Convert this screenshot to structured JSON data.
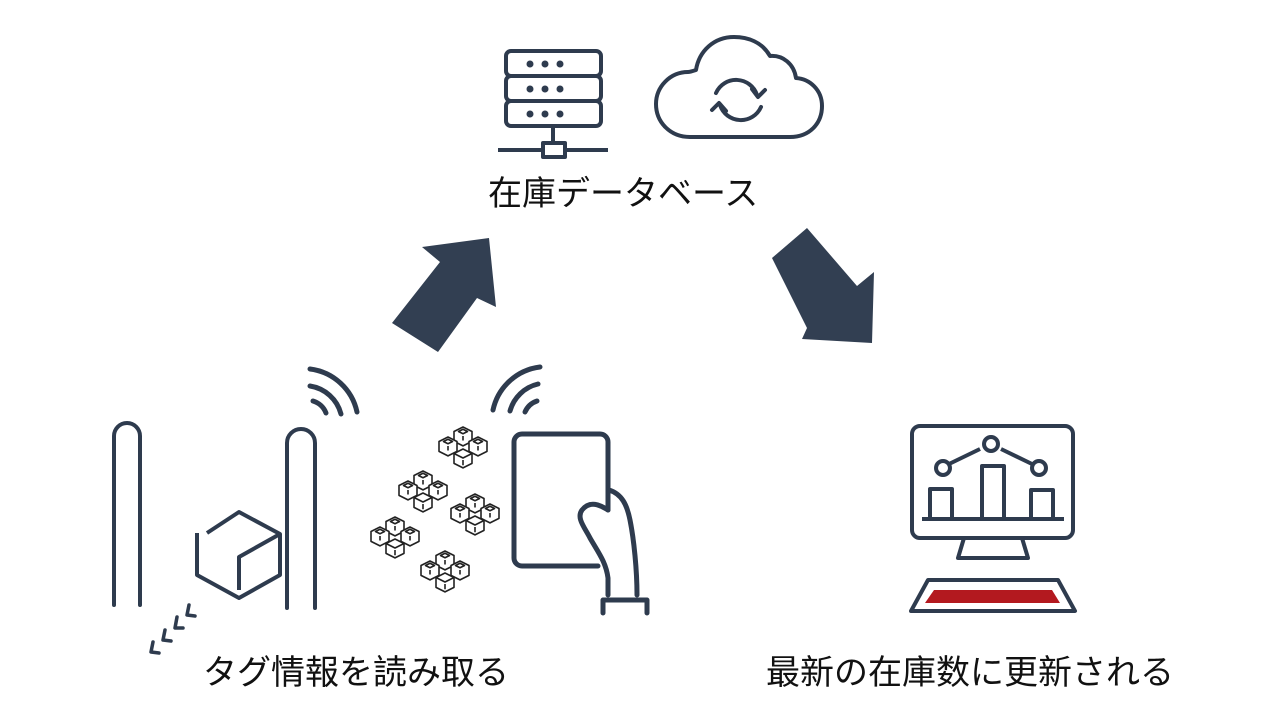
{
  "diagram": {
    "title": "RFID inventory flow",
    "colors": {
      "stroke": "#2e3b4e",
      "arrow": "#323f52",
      "accent": "#b3191f",
      "text": "#111111",
      "background": "#ffffff"
    },
    "nodes": {
      "database": {
        "label": "在庫データベース",
        "icons": [
          "server-icon",
          "cloud-sync-icon"
        ]
      },
      "reader": {
        "label": "タグ情報を読み取る",
        "icons": [
          "rfid-gate-icon",
          "package-icon",
          "signal-waves-icon",
          "box-cluster-icon",
          "handheld-reader-icon"
        ]
      },
      "update": {
        "label": "最新の在庫数に更新される",
        "icons": [
          "monitor-chart-icon",
          "keyboard-icon"
        ]
      }
    },
    "edges": [
      {
        "from": "reader",
        "to": "database",
        "icon": "arrow-up-right-icon"
      },
      {
        "from": "database",
        "to": "update",
        "icon": "arrow-down-right-icon"
      }
    ],
    "box_cluster_count": 5,
    "boxes_per_cluster": 4
  }
}
